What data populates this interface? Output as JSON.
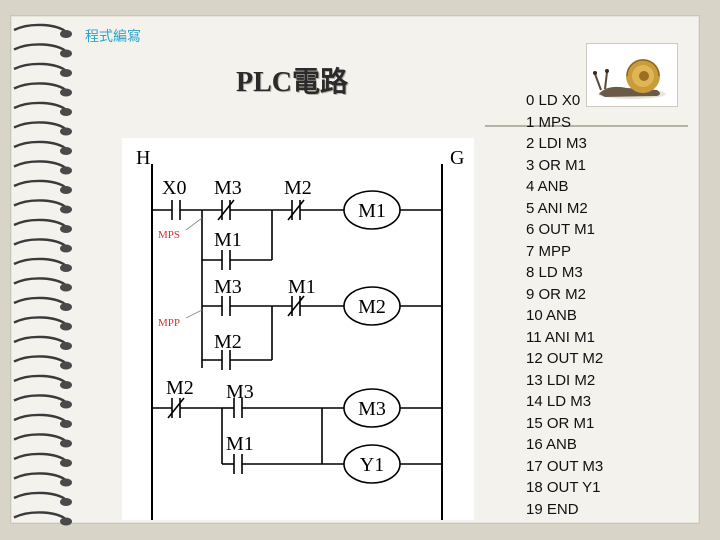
{
  "header": {
    "title": "程式編寫"
  },
  "slide_title": "PLC電路",
  "ladder": {
    "rail_left": "H",
    "rail_right": "G",
    "contacts": {
      "x0": "X0",
      "m3_a": "M3",
      "m2_a": "M2",
      "m1_a": "M1",
      "m3_b": "M3",
      "m1_b": "M1",
      "m2_b": "M2",
      "m2_c": "M2",
      "m3_c": "M3",
      "m1_c": "M1"
    },
    "coils": {
      "m1": "M1",
      "m2": "M2",
      "m3": "M3",
      "y1": "Y1"
    },
    "annotations": {
      "mps": "MPS",
      "mpp": "MPP"
    }
  },
  "program": [
    "0 LD X0",
    "1 MPS",
    "2 LDI M3",
    "3 OR M1",
    "4 ANB",
    "5 ANI M2",
    "6 OUT M1",
    "7 MPP",
    "8 LD M3",
    "9 OR M2",
    "10 ANB",
    "11 ANI M1",
    "12 OUT M2",
    "13 LDI M2",
    "14 LD M3",
    "15 OR M1",
    "16 ANB",
    "17 OUT M3",
    "18 OUT Y1",
    "19 END"
  ],
  "colors": {
    "header": "#2aa4c8",
    "annotation": "#d83030",
    "background": "#f4f2ec"
  },
  "icons": [
    "binding-spiral-icon",
    "snail-icon"
  ]
}
